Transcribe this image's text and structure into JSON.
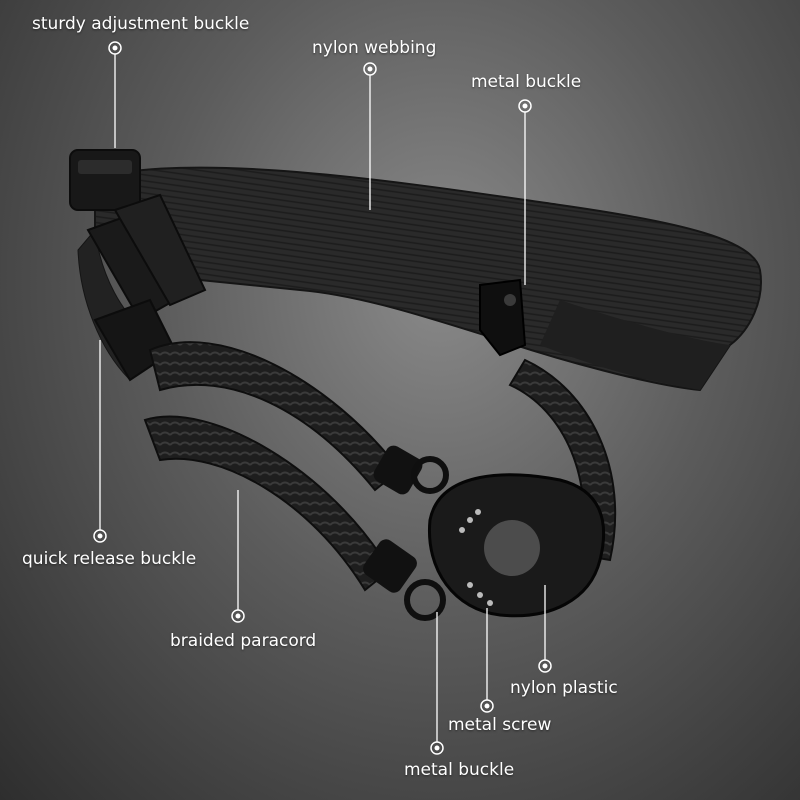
{
  "labels": {
    "adjustment_buckle": "sturdy adjustment buckle",
    "nylon_webbing": "nylon webbing",
    "metal_buckle_top": "metal buckle",
    "quick_release_buckle": "quick release buckle",
    "braided_paracord": "braided paracord",
    "nylon_plastic": "nylon plastic",
    "metal_screw": "metal screw",
    "metal_buckle_bottom": "metal buckle"
  },
  "colors": {
    "background_center": "#8a8a8a",
    "background_edge": "#2e2e2e",
    "strap": "#262626",
    "label_text": "#ffffff"
  }
}
